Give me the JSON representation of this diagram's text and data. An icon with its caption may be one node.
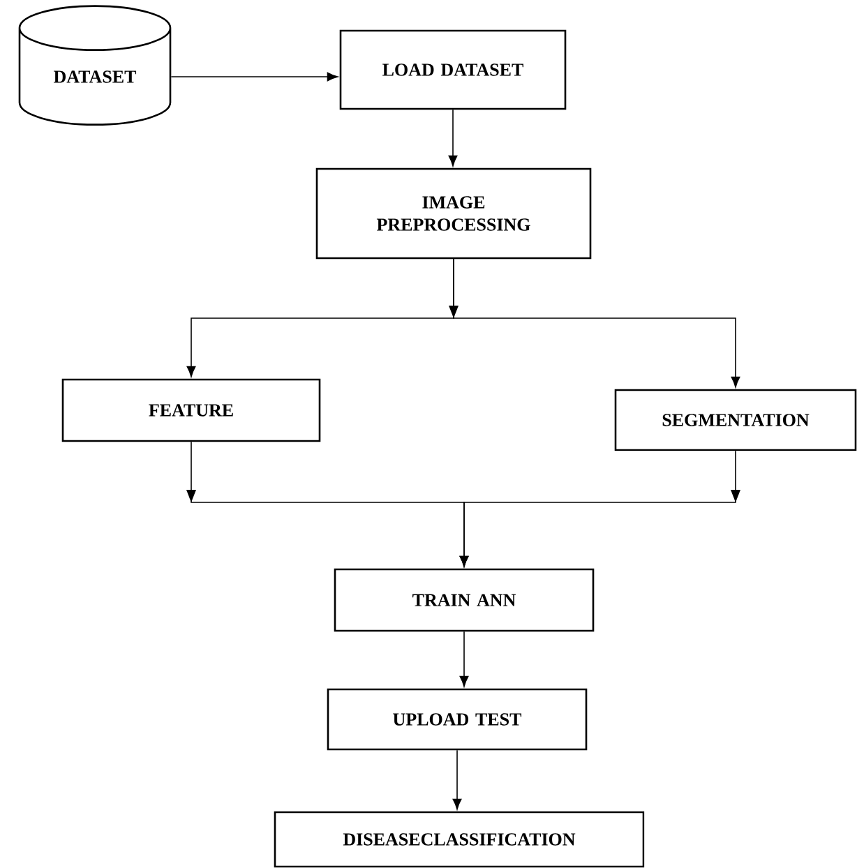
{
  "diagram": {
    "nodes": [
      {
        "text": [
          "DATASET"
        ]
      },
      {
        "text": [
          "LOAD DATASET"
        ]
      },
      {
        "text": [
          "IMAGE PREPROCESSING"
        ]
      },
      {
        "text": [
          "FEATURE"
        ]
      },
      {
        "text": [
          "SEGMENTATION"
        ]
      },
      {
        "text": [
          "TRAIN ANN"
        ]
      },
      {
        "text": [
          "UPLOAD TEST"
        ]
      },
      {
        "text": [
          "DISEASECLASSIFICATION"
        ]
      }
    ],
    "edges": [
      {
        "from": 0,
        "to": 1,
        "arrow": "to"
      },
      {
        "from": 1,
        "to": 2,
        "arrow": "to"
      },
      {
        "from": 2,
        "to": 3,
        "arrow": "to"
      },
      {
        "from": 2,
        "to": 4,
        "arrow": "to"
      },
      {
        "from": 3,
        "to": 5,
        "arrow": "to"
      },
      {
        "from": 4,
        "to": 5,
        "arrow": "to"
      },
      {
        "from": 5,
        "to": 6,
        "arrow": "to"
      },
      {
        "from": 6,
        "to": 7,
        "arrow": "to"
      }
    ]
  }
}
